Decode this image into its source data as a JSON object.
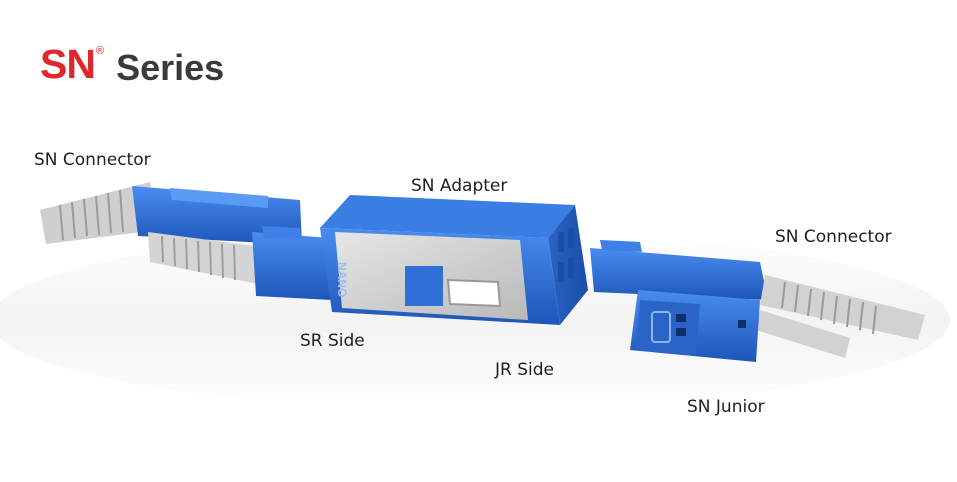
{
  "brand": {
    "sn": "SN",
    "reg": "®",
    "series": "Series"
  },
  "labels": {
    "sn_connector_left": "SN Connector",
    "sn_adapter": "SN Adapter",
    "sn_connector_right": "SN Connector",
    "sr_side": "SR Side",
    "jr_side": "JR Side",
    "sn_junior": "SN Junior"
  },
  "adapter_marking": "NANO",
  "colors": {
    "brand_red": "#e0262b",
    "connector_blue": "#2e6fd8",
    "adapter_grey": "#d2d2d2",
    "boot_grey": "#c9c9c9"
  }
}
